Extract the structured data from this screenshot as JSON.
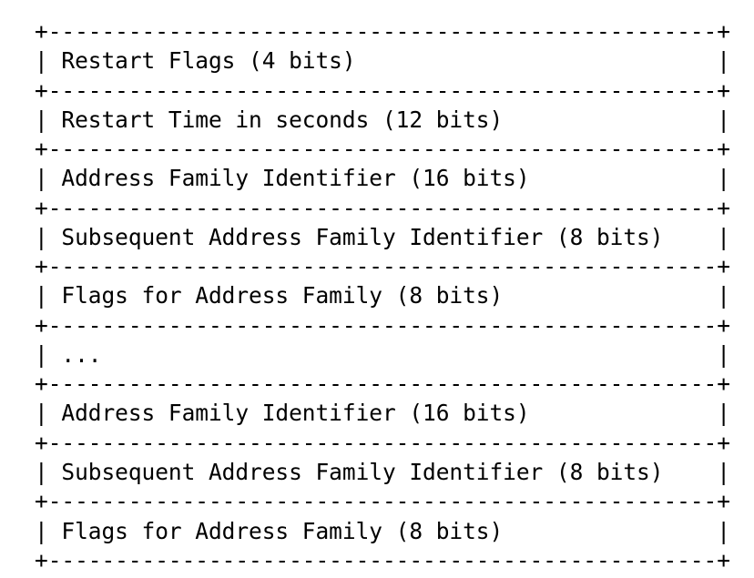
{
  "diagram": {
    "kind": "ascii-packet-diagram",
    "title": "BGP Graceful Restart Capability format",
    "colors": {
      "text": "#000000",
      "background": "#ffffff"
    },
    "geometry": {
      "total_columns": 52,
      "border_left_char": "|",
      "border_right_char": "|",
      "corner_char": "+",
      "rule_char": "-",
      "total_rows": 19
    },
    "rules": {
      "separator": "+--------------------------------------------------+"
    },
    "fields": [
      {
        "label": "Restart Flags (4 bits)"
      },
      {
        "label": "Restart Time in seconds (12 bits)"
      },
      {
        "label": "Address Family Identifier (16 bits)"
      },
      {
        "label": "Subsequent Address Family Identifier (8 bits)"
      },
      {
        "label": "Flags for Address Family (8 bits)"
      },
      {
        "label": "..."
      },
      {
        "label": "Address Family Identifier (16 bits)"
      },
      {
        "label": "Subsequent Address Family Identifier (8 bits)"
      },
      {
        "label": "Flags for Address Family (8 bits)"
      }
    ],
    "lines": [
      {
        "type": "rule",
        "text": "+--------------------------------------------------+"
      },
      {
        "type": "field",
        "text": "| Restart Flags (4 bits)                           |"
      },
      {
        "type": "rule",
        "text": "+--------------------------------------------------+"
      },
      {
        "type": "field",
        "text": "| Restart Time in seconds (12 bits)                |"
      },
      {
        "type": "rule",
        "text": "+--------------------------------------------------+"
      },
      {
        "type": "field",
        "text": "| Address Family Identifier (16 bits)              |"
      },
      {
        "type": "rule",
        "text": "+--------------------------------------------------+"
      },
      {
        "type": "field",
        "text": "| Subsequent Address Family Identifier (8 bits)    |"
      },
      {
        "type": "rule",
        "text": "+--------------------------------------------------+"
      },
      {
        "type": "field",
        "text": "| Flags for Address Family (8 bits)                |"
      },
      {
        "type": "rule",
        "text": "+--------------------------------------------------+"
      },
      {
        "type": "field",
        "text": "| ...                                              |"
      },
      {
        "type": "rule",
        "text": "+--------------------------------------------------+"
      },
      {
        "type": "field",
        "text": "| Address Family Identifier (16 bits)              |"
      },
      {
        "type": "rule",
        "text": "+--------------------------------------------------+"
      },
      {
        "type": "field",
        "text": "| Subsequent Address Family Identifier (8 bits)    |"
      },
      {
        "type": "rule",
        "text": "+--------------------------------------------------+"
      },
      {
        "type": "field",
        "text": "| Flags for Address Family (8 bits)                |"
      },
      {
        "type": "rule",
        "text": "+--------------------------------------------------+"
      }
    ]
  }
}
